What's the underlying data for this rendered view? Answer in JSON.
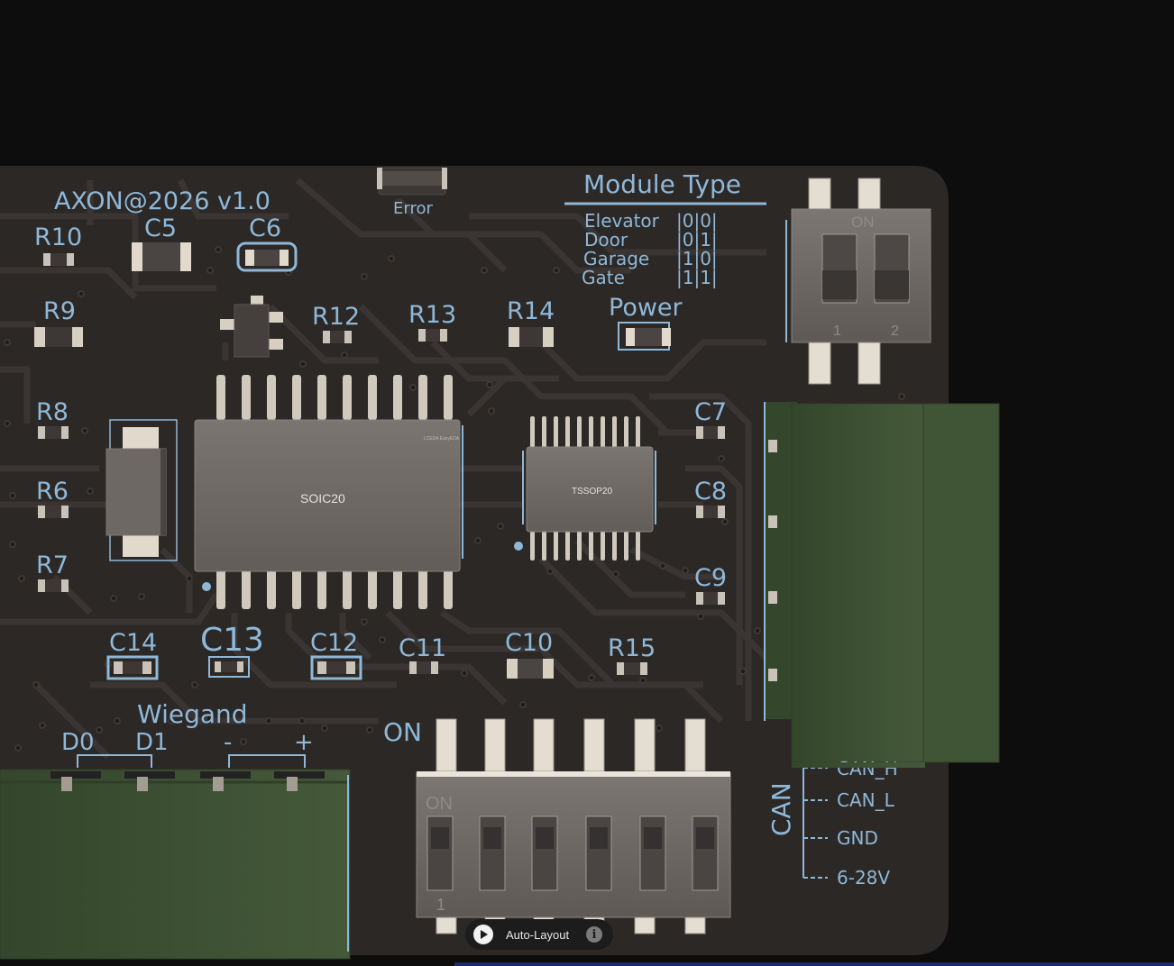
{
  "board": {
    "title": "AXON@2026 v1.0",
    "error_label": "Error",
    "power_label": "Power",
    "module_type": {
      "heading": "Module Type",
      "rows": [
        {
          "name": "Elevator",
          "code": "|0|0|"
        },
        {
          "name": "Door",
          "code": "|0|1|"
        },
        {
          "name": "Garage",
          "code": "|1|0|"
        },
        {
          "name": "Gate",
          "code": "|1|1|"
        }
      ]
    },
    "designators": {
      "R10": "R10",
      "R9": "R9",
      "R8": "R8",
      "R6": "R6",
      "R7": "R7",
      "C5": "C5",
      "C6": "C6",
      "R12": "R12",
      "R13": "R13",
      "R14": "R14",
      "C7": "C7",
      "C8": "C8",
      "C9": "C9",
      "C14": "C14",
      "C13": "C13",
      "C12": "C12",
      "C11": "C11",
      "C10": "C10",
      "R15": "R15"
    },
    "ic_soic": "SOIC20",
    "ic_tssop": "TSSOP20",
    "ic_logo": "LCEDA EasyEDA",
    "wiegand": {
      "heading": "Wiegand",
      "pins": [
        "D0",
        "D1",
        "-",
        "+"
      ]
    },
    "dip_on": "ON",
    "dip_on_body": "ON",
    "dip_one": "1",
    "small_dip_on": "ON",
    "small_dip_nums": [
      "1",
      "2"
    ],
    "can": {
      "heading": "CAN",
      "pins": [
        "CAN_H",
        "CAN_L",
        "GND",
        "6-28V"
      ]
    }
  },
  "toolbar": {
    "play_icon": "play-icon",
    "label": "Auto-Layout",
    "info_icon": "info-icon",
    "info_glyph": "i"
  },
  "colors": {
    "background": "#0d0d0d",
    "pcb": "#2c2826",
    "trace": "#3a3532",
    "silkscreen": "#8fb8d8",
    "connector_green": "#3d5232",
    "ic_body": "#6f6a66",
    "pad": "#c8c2b8"
  }
}
